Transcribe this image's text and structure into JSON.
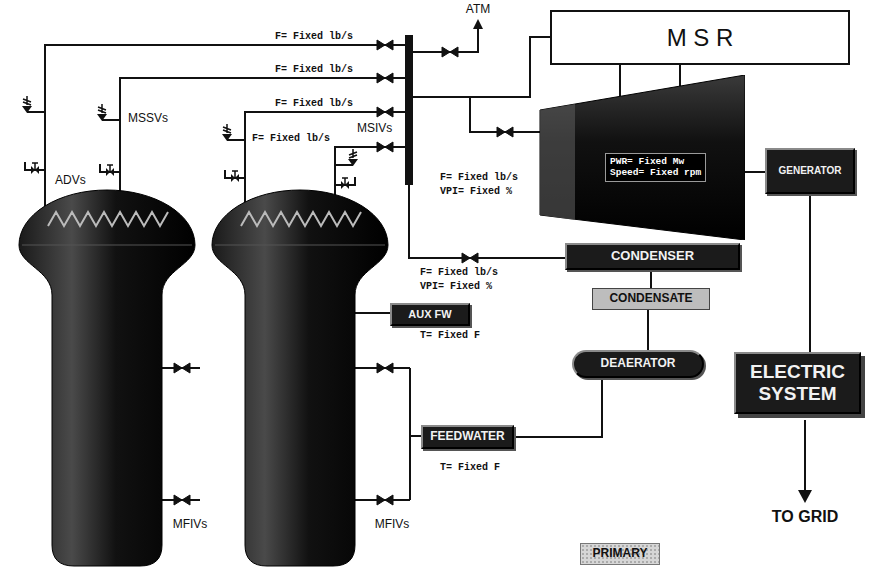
{
  "diagram": {
    "nodes": [
      {
        "text": [
          "M S R"
        ]
      },
      {
        "text": [
          "PWR= Fixed Mw",
          "Speed= Fixed rpm"
        ]
      },
      {
        "text": [
          "GENERATOR"
        ]
      },
      {
        "text": [
          "CONDENSER"
        ]
      },
      {
        "text": [
          "CONDENSATE"
        ]
      },
      {
        "text": [
          "AUX FW"
        ]
      },
      {
        "text": [
          "DEAERATOR"
        ]
      },
      {
        "text": [
          "FEEDWATER"
        ]
      },
      {
        "text": [
          "ELECTRIC SYSTEM"
        ]
      },
      {
        "text": [
          "PRIMARY"
        ]
      }
    ],
    "edges": [
      {
        "from": 0,
        "to": 1,
        "arrow": "none"
      },
      {
        "from": 0,
        "to": 1,
        "arrow": "none"
      },
      {
        "from": 1,
        "to": 2,
        "arrow": "none"
      },
      {
        "from": 3,
        "to": 4,
        "arrow": "none"
      },
      {
        "from": 4,
        "to": 6,
        "arrow": "none"
      },
      {
        "from": 6,
        "to": 7,
        "arrow": "none"
      },
      {
        "from": 2,
        "to": 8,
        "arrow": "none"
      }
    ],
    "labels": [
      "ATM",
      "F= Fixed lb/s",
      "F= Fixed lb/s",
      "F= Fixed lb/s",
      "F= Fixed lb/s",
      "MSSVs",
      "ADVs",
      "MSIVs",
      "F= Fixed lb/s",
      "VPI= Fixed %",
      "F= Fixed lb/s",
      "VPI= Fixed %",
      "T= Fixed F",
      "T= Fixed F",
      "MFIVs",
      "MFIVs",
      "TO GRID"
    ]
  }
}
